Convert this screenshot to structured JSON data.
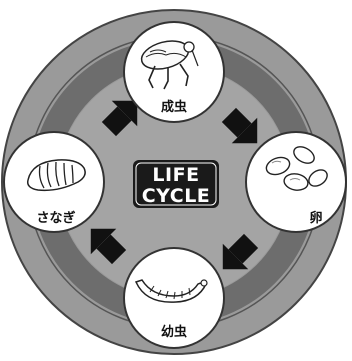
{
  "diagram": {
    "center": {
      "line1": "LIFE",
      "line2": "CYCLE"
    },
    "stages": [
      {
        "id": "adult",
        "label": "成虫",
        "icon": "flea-icon"
      },
      {
        "id": "egg",
        "label": "卵",
        "icon": "egg-icon"
      },
      {
        "id": "larva",
        "label": "幼虫",
        "icon": "larva-icon"
      },
      {
        "id": "pupa",
        "label": "さなぎ",
        "icon": "pupa-icon"
      }
    ],
    "colors": {
      "outer_ring": "#9a9a9a",
      "inner_band": "#6e6e6e",
      "circle_fill": "#ffffff",
      "arrow": "#111111",
      "center_box": "#1a1a1a"
    }
  }
}
